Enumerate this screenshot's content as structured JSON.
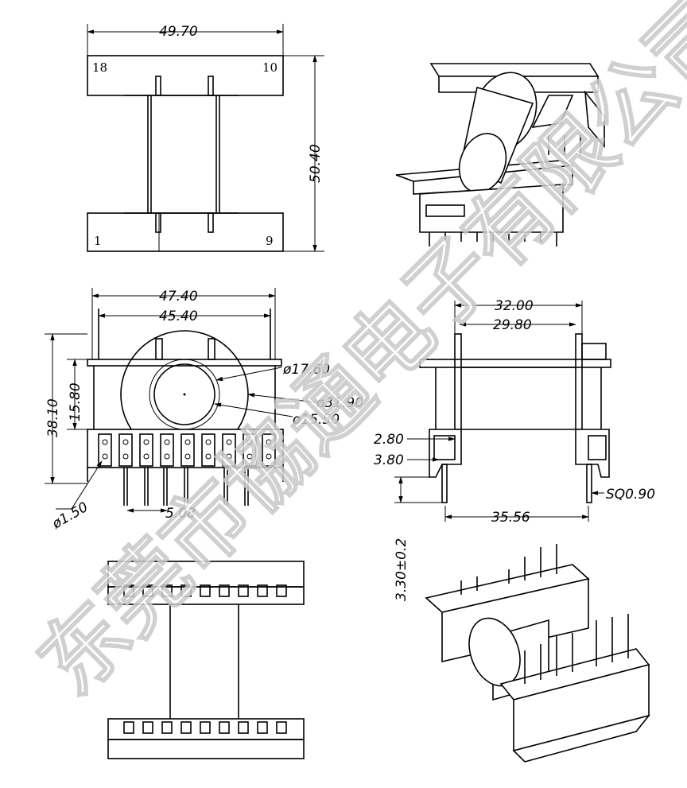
{
  "top_view": {
    "width_dim": "49.70",
    "height_dim": "50.40",
    "pins": [
      "18",
      "10",
      "1",
      "9"
    ]
  },
  "front_view": {
    "outer_width": "47.40",
    "inner_width": "45.40",
    "height": "38.10",
    "center_height": "15.80",
    "dia_1": "ø17.60",
    "dia_2": "ø31.90",
    "dia_3": "ø15.50",
    "hole_dia": "ø1.50",
    "pin_pitch": "5.08"
  },
  "side_view": {
    "width_outer": "32.00",
    "width_inner": "29.80",
    "dim_a": "2.80",
    "dim_b": "3.80",
    "pin_sq": "SQ0.90",
    "pin_span": "35.56",
    "pin_length": "3.30±0.2"
  },
  "watermark": "东莞市協通电子有限公司"
}
